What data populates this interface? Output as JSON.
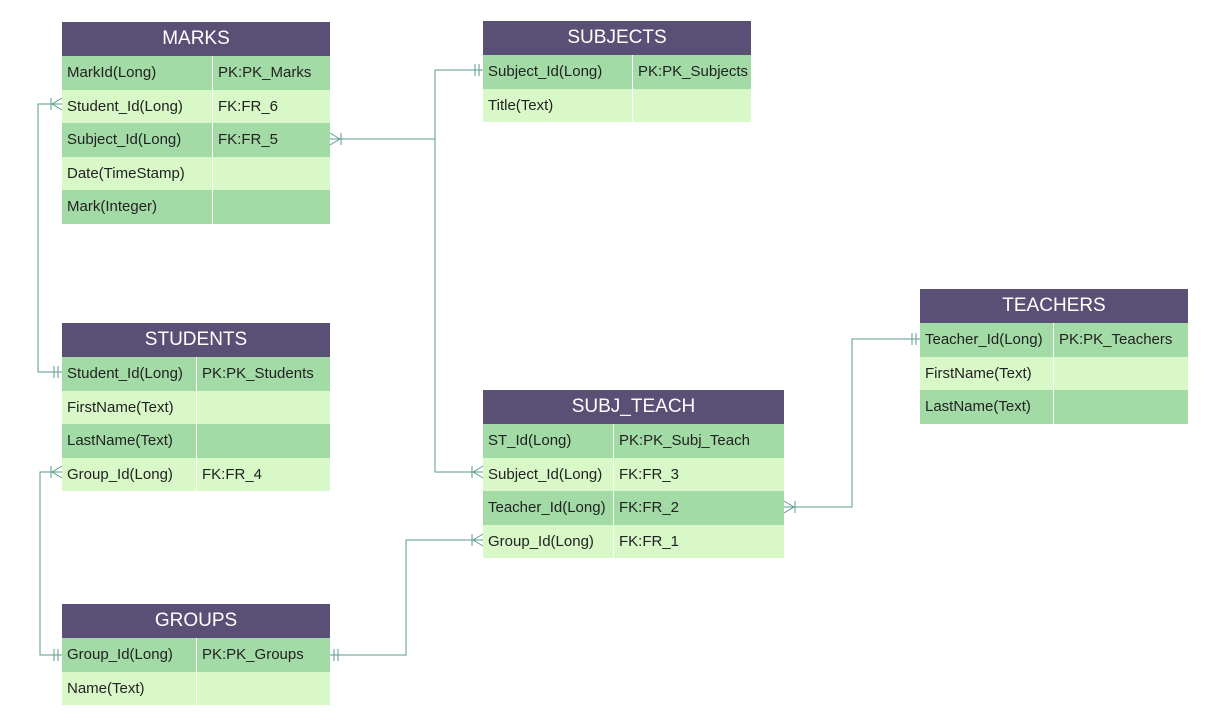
{
  "entities": [
    {
      "id": "marks",
      "title": "MARKS",
      "rows": [
        {
          "field": "MarkId(Long)",
          "key": "PK:PK_Marks"
        },
        {
          "field": "Student_Id(Long)",
          "key": "FK:FR_6"
        },
        {
          "field": "Subject_Id(Long)",
          "key": "FK:FR_5"
        },
        {
          "field": "Date(TimeStamp)",
          "key": ""
        },
        {
          "field": "Mark(Integer)",
          "key": ""
        }
      ]
    },
    {
      "id": "subjects",
      "title": "SUBJECTS",
      "rows": [
        {
          "field": "Subject_Id(Long)",
          "key": "PK:PK_Subjects"
        },
        {
          "field": "Title(Text)",
          "key": ""
        }
      ]
    },
    {
      "id": "students",
      "title": "STUDENTS",
      "rows": [
        {
          "field": "Student_Id(Long)",
          "key": "PK:PK_Students"
        },
        {
          "field": "FirstName(Text)",
          "key": ""
        },
        {
          "field": "LastName(Text)",
          "key": ""
        },
        {
          "field": "Group_Id(Long)",
          "key": "FK:FR_4"
        }
      ]
    },
    {
      "id": "subj_teach",
      "title": "SUBJ_TEACH",
      "rows": [
        {
          "field": "ST_Id(Long)",
          "key": "PK:PK_Subj_Teach"
        },
        {
          "field": "Subject_Id(Long)",
          "key": "FK:FR_3"
        },
        {
          "field": "Teacher_Id(Long)",
          "key": "FK:FR_2"
        },
        {
          "field": "Group_Id(Long)",
          "key": "FK:FR_1"
        }
      ]
    },
    {
      "id": "teachers",
      "title": "TEACHERS",
      "rows": [
        {
          "field": "Teacher_Id(Long)",
          "key": "PK:PK_Teachers"
        },
        {
          "field": "FirstName(Text)",
          "key": ""
        },
        {
          "field": "LastName(Text)",
          "key": ""
        }
      ]
    },
    {
      "id": "groups",
      "title": "GROUPS",
      "rows": [
        {
          "field": "Group_Id(Long)",
          "key": "PK:PK_Groups"
        },
        {
          "field": "Name(Text)",
          "key": ""
        }
      ]
    }
  ],
  "relationships": [
    {
      "from": "students.Student_Id(Long)",
      "to": "marks.Student_Id(Long)",
      "cardinality": "one-to-many"
    },
    {
      "from": "subjects.Subject_Id(Long)",
      "to": "marks.Subject_Id(Long)",
      "cardinality": "one-to-many"
    },
    {
      "from": "subjects.Subject_Id(Long)",
      "to": "subj_teach.Subject_Id(Long)",
      "cardinality": "one-to-many"
    },
    {
      "from": "teachers.Teacher_Id(Long)",
      "to": "subj_teach.Teacher_Id(Long)",
      "cardinality": "one-to-many"
    },
    {
      "from": "groups.Group_Id(Long)",
      "to": "subj_teach.Group_Id(Long)",
      "cardinality": "one-to-many"
    },
    {
      "from": "groups.Group_Id(Long)",
      "to": "students.Group_Id(Long)",
      "cardinality": "one-to-many"
    }
  ],
  "colors": {
    "header": "#5a5076",
    "row_dark": "#a3dba6",
    "row_light": "#d8f8c8",
    "connector": "#5b9a8f"
  }
}
